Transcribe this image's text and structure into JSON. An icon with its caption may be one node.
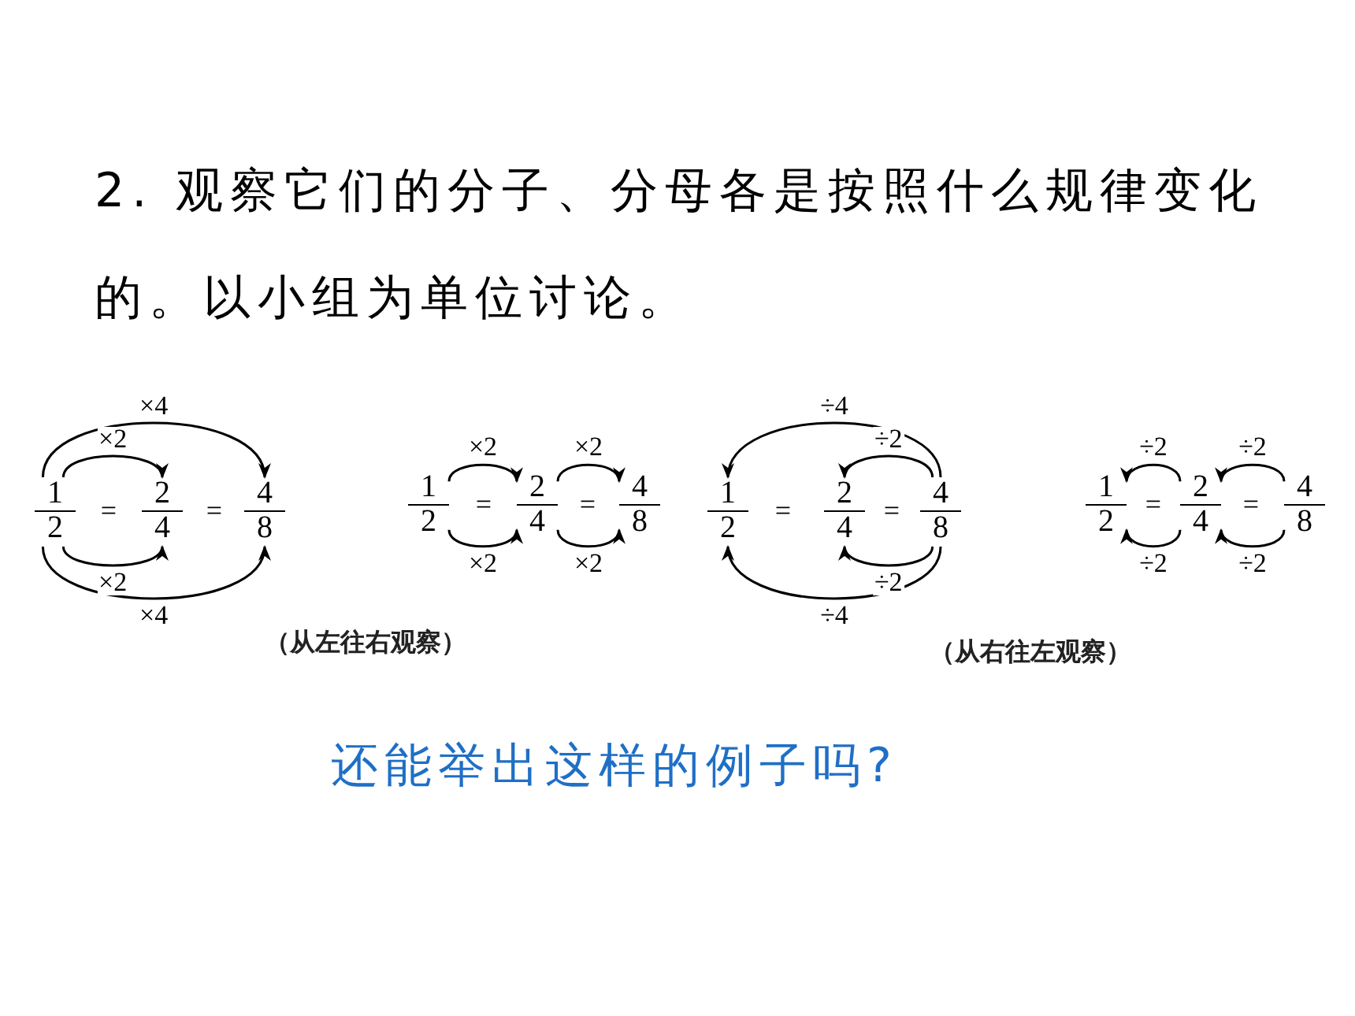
{
  "diagram": {
    "title": "2. 观察它们的分子、分母各是按照什么规律变化的。以小组为单位讨论。",
    "nodes": [
      {
        "text": [
          "1",
          "2"
        ]
      },
      {
        "text": [
          "2",
          "4"
        ]
      },
      {
        "text": [
          "4",
          "8"
        ]
      },
      {
        "text": [
          "1",
          "2"
        ]
      },
      {
        "text": [
          "2",
          "4"
        ]
      },
      {
        "text": [
          "4",
          "8"
        ]
      },
      {
        "text": [
          "1",
          "2"
        ]
      },
      {
        "text": [
          "2",
          "4"
        ]
      },
      {
        "text": [
          "4",
          "8"
        ]
      },
      {
        "text": [
          "1",
          "2"
        ]
      },
      {
        "text": [
          "2",
          "4"
        ]
      },
      {
        "text": [
          "4",
          "8"
        ]
      }
    ],
    "edges": [
      {
        "from": 0,
        "to": 1,
        "arrow": "to",
        "label": "×2"
      },
      {
        "from": 0,
        "to": 2,
        "arrow": "to",
        "label": "×4"
      },
      {
        "from": 0,
        "to": 1,
        "arrow": "to",
        "label": "×2"
      },
      {
        "from": 0,
        "to": 2,
        "arrow": "to",
        "label": "×4"
      },
      {
        "from": 3,
        "to": 4,
        "arrow": "to",
        "label": "×2"
      },
      {
        "from": 3,
        "to": 4,
        "arrow": "to",
        "label": "×2"
      },
      {
        "from": 4,
        "to": 5,
        "arrow": "to",
        "label": "×2"
      },
      {
        "from": 4,
        "to": 5,
        "arrow": "to",
        "label": "×2"
      },
      {
        "from": 8,
        "to": 6,
        "arrow": "to",
        "label": "÷4"
      },
      {
        "from": 8,
        "to": 7,
        "arrow": "to",
        "label": "÷2"
      },
      {
        "from": 8,
        "to": 7,
        "arrow": "to",
        "label": "÷2"
      },
      {
        "from": 8,
        "to": 6,
        "arrow": "to",
        "label": "÷4"
      },
      {
        "from": 10,
        "to": 9,
        "arrow": "to",
        "label": "÷2"
      },
      {
        "from": 10,
        "to": 9,
        "arrow": "to",
        "label": "÷2"
      },
      {
        "from": 11,
        "to": 10,
        "arrow": "to",
        "label": "÷2"
      },
      {
        "from": 11,
        "to": 10,
        "arrow": "to",
        "label": "÷2"
      }
    ],
    "labels": [
      "=",
      "=",
      "=",
      "=",
      "=",
      "=",
      "=",
      "=",
      "（从左往右观察）",
      "（从右往左观察）",
      "还能举出这样的例子吗?"
    ]
  }
}
